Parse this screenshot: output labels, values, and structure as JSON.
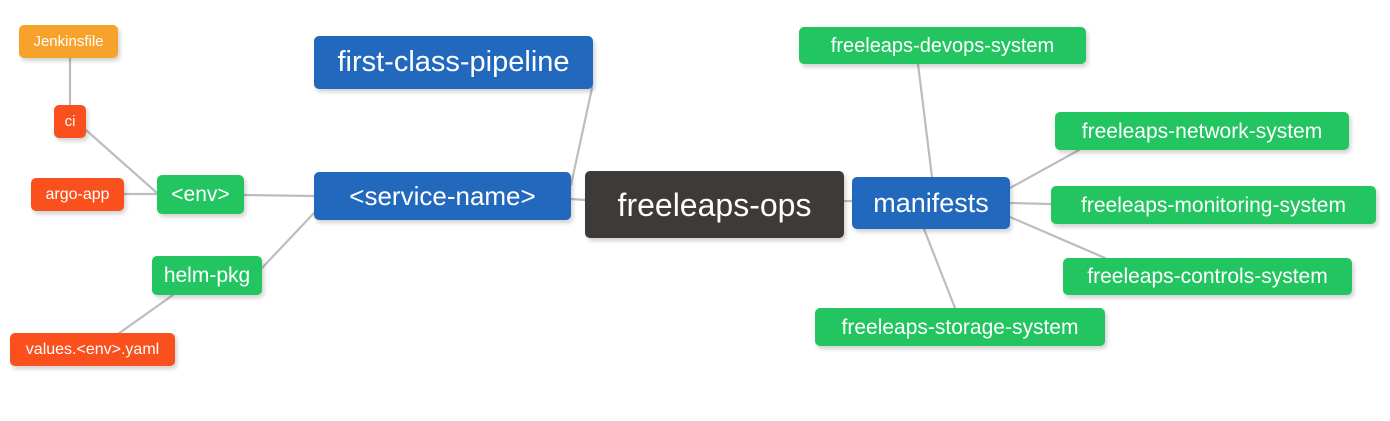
{
  "diagram": {
    "title": "freeleaps-ops repository structure mind map",
    "background_color": "#ffffff",
    "edge_color": "#bdbdbd",
    "palette": {
      "orange": "#F7A32B",
      "red": "#F9501E",
      "green": "#22C560",
      "blue": "#2269BE",
      "dark": "#3E3A38",
      "text": "#ffffff"
    }
  },
  "nodes": [
    {
      "id": "freeleaps-ops",
      "label": "freeleaps-ops",
      "color": "#3E3A38",
      "role": "root"
    },
    {
      "id": "service-name",
      "label": "<service-name>",
      "color": "#2269BE",
      "role": "branch"
    },
    {
      "id": "first-class-pipeline",
      "label": "first-class-pipeline",
      "color": "#2269BE",
      "role": "branch"
    },
    {
      "id": "manifests",
      "label": "manifests",
      "color": "#2269BE",
      "role": "branch"
    },
    {
      "id": "env",
      "label": "<env>",
      "color": "#22C560",
      "role": "leaf"
    },
    {
      "id": "helm-pkg",
      "label": "helm-pkg",
      "color": "#22C560",
      "role": "leaf"
    },
    {
      "id": "ci",
      "label": "ci",
      "color": "#F9501E",
      "role": "leaf"
    },
    {
      "id": "argo-app",
      "label": "argo-app",
      "color": "#F9501E",
      "role": "leaf"
    },
    {
      "id": "values-env-yaml",
      "label": "values.<env>.yaml",
      "color": "#F9501E",
      "role": "leaf"
    },
    {
      "id": "jenkinsfile",
      "label": "Jenkinsfile",
      "color": "#F7A32B",
      "role": "leaf"
    },
    {
      "id": "freeleaps-devops-system",
      "label": "freeleaps-devops-system",
      "color": "#22C560",
      "role": "leaf"
    },
    {
      "id": "freeleaps-network-system",
      "label": "freeleaps-network-system",
      "color": "#22C560",
      "role": "leaf"
    },
    {
      "id": "freeleaps-monitoring-system",
      "label": "freeleaps-monitoring-system",
      "color": "#22C560",
      "role": "leaf"
    },
    {
      "id": "freeleaps-controls-system",
      "label": "freeleaps-controls-system",
      "color": "#22C560",
      "role": "leaf"
    },
    {
      "id": "freeleaps-storage-system",
      "label": "freeleaps-storage-system",
      "color": "#22C560",
      "role": "leaf"
    }
  ],
  "edges": [
    {
      "from": "freeleaps-ops",
      "to": "service-name"
    },
    {
      "from": "freeleaps-ops",
      "to": "manifests"
    },
    {
      "from": "service-name",
      "to": "first-class-pipeline"
    },
    {
      "from": "service-name",
      "to": "env"
    },
    {
      "from": "service-name",
      "to": "helm-pkg"
    },
    {
      "from": "env",
      "to": "ci"
    },
    {
      "from": "env",
      "to": "argo-app"
    },
    {
      "from": "ci",
      "to": "jenkinsfile"
    },
    {
      "from": "helm-pkg",
      "to": "values-env-yaml"
    },
    {
      "from": "manifests",
      "to": "freeleaps-devops-system"
    },
    {
      "from": "manifests",
      "to": "freeleaps-network-system"
    },
    {
      "from": "manifests",
      "to": "freeleaps-monitoring-system"
    },
    {
      "from": "manifests",
      "to": "freeleaps-controls-system"
    },
    {
      "from": "manifests",
      "to": "freeleaps-storage-system"
    }
  ]
}
